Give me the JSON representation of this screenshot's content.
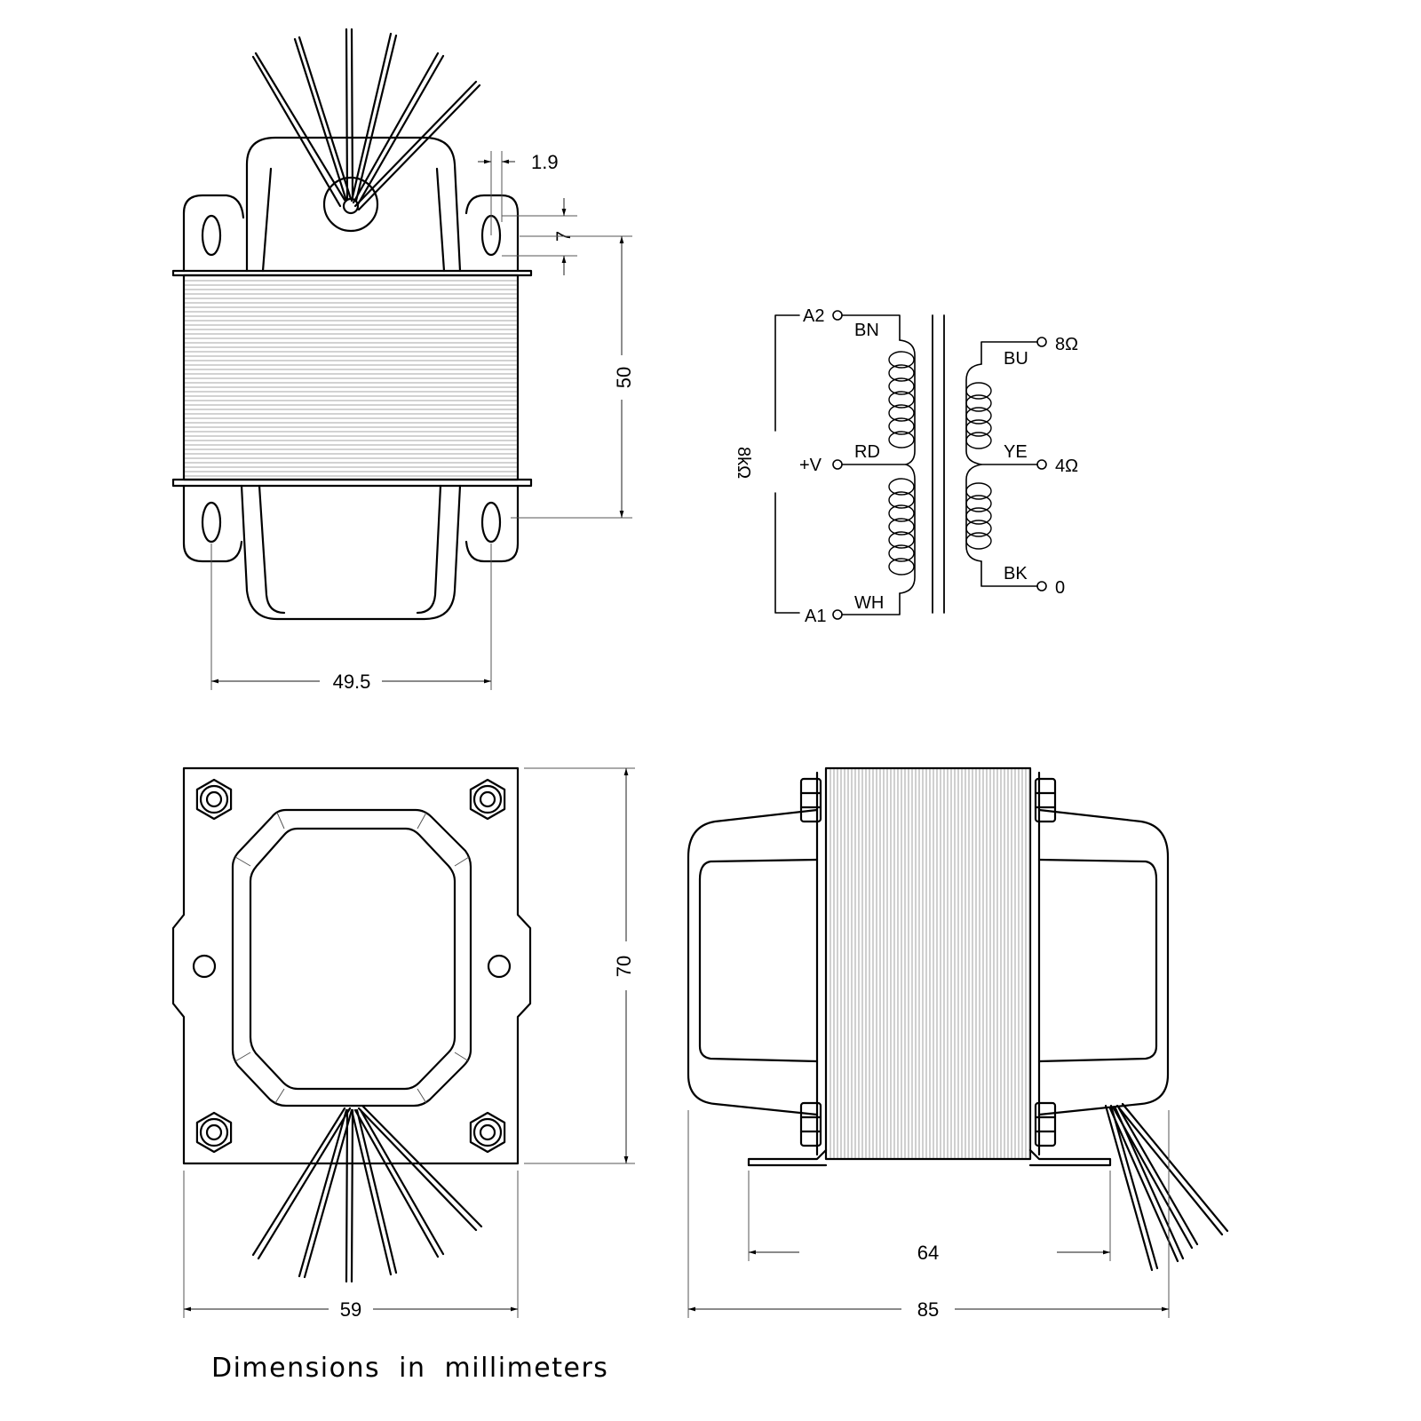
{
  "drawing": {
    "caption": "Dimensions in millimeters",
    "top_view": {
      "dim_height": "50",
      "dim_width": "49.5",
      "dim_slot_width": "1.9",
      "dim_slot_length": "7"
    },
    "bottom_view": {
      "dim_height": "70",
      "dim_width": "59"
    },
    "side_view": {
      "dim_foot_spacing": "64",
      "dim_overall": "85"
    },
    "schematic": {
      "impedance_primary": "8kΩ",
      "primary": {
        "top_terminal": "A2",
        "center_terminal": "+V",
        "bottom_terminal": "A1",
        "top_wire": "BN",
        "center_wire": "RD",
        "bottom_wire": "WH"
      },
      "secondary": {
        "top_terminal": "8Ω",
        "center_terminal": "4Ω",
        "bottom_terminal": "0",
        "top_wire": "BU",
        "center_wire": "YE",
        "bottom_wire": "BK"
      }
    }
  }
}
